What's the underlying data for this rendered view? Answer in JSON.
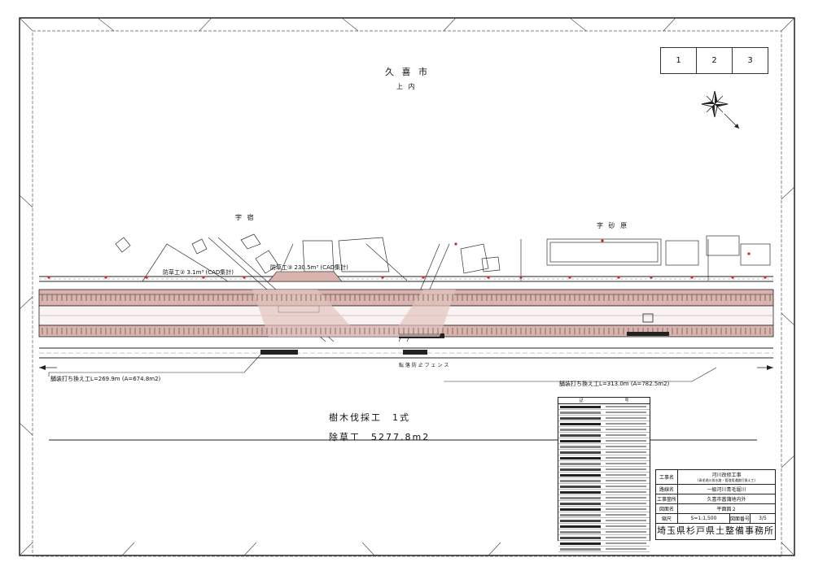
{
  "city_label": "久 喜 市",
  "district_label": "上 内",
  "area_label_left": "宇 宿",
  "area_label_right": "字 砂 原",
  "sheet_numbers": [
    "1",
    "2",
    "3"
  ],
  "plan_annotations": {
    "weed_control_1": "防草工②  3.1m³ (CAD集計)",
    "weed_control_2": "防草工③  230.5m³ (CAD集計)",
    "fence_note": "転 落 防 止 フ ェ ン ス",
    "pavement_left": "舗装打ち換え工L=269.9m (A=674.8m2)",
    "pavement_right": "舗装打ち換え工L=313.0m (A=782.5m2)"
  },
  "work_items": {
    "tree_felling": "樹木伐採工　1式",
    "weeding": "除草工　5277.8m2"
  },
  "colors": {
    "line": "#1a1a1a",
    "embankment_fill": "#d9b3ad",
    "marker_red": "#d62020",
    "dark_block": "#222222"
  },
  "title_block": {
    "project_label": "工事名",
    "project_name": "河川改修工事",
    "project_sub": "(青毛堀川排水路・管理用通路打換え工)",
    "river_label": "路線名",
    "river_name": "一級河川青毛堀川",
    "site_label": "工事箇所",
    "site_name": "久喜市菖蒲地内外",
    "drawing_label": "図面名",
    "drawing_name": "平面図２",
    "scale_label": "縮尺",
    "scale_value": "S=1:1,500",
    "number_label": "図面番号",
    "number_value": "3/5",
    "office": "埼玉県杉戸県土整備事務所"
  },
  "icons": {
    "compass": "north-arrow-compass-icon"
  }
}
